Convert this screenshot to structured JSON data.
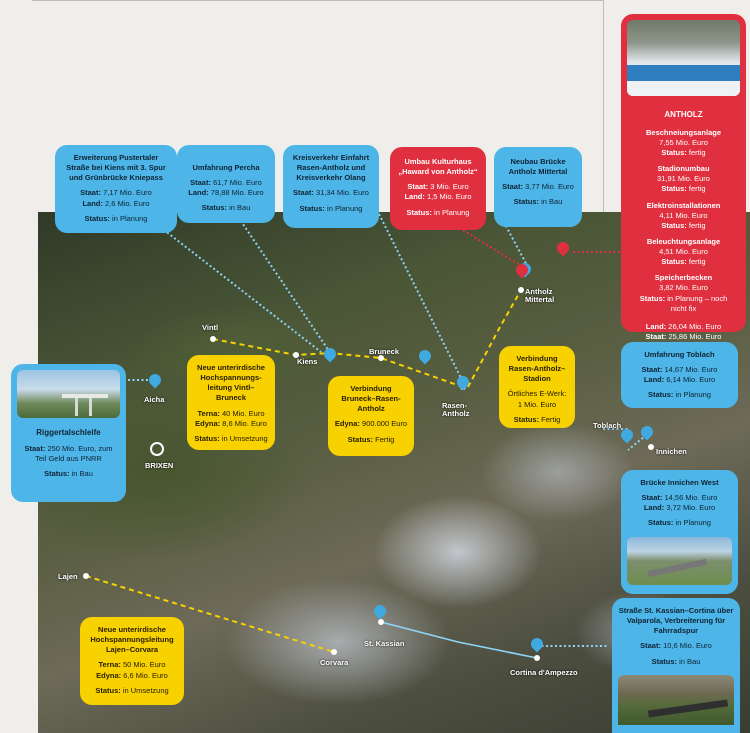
{
  "boxes": {
    "pustertal": {
      "title": "Erweiterung Pustertaler Straße bei Kiens mit 3. Spur und Grünbrücke Kniepass",
      "staat_label": "Staat:",
      "staat": "7,17 Mio. Euro",
      "land_label": "Land:",
      "land": "2,6 Mio. Euro",
      "status_label": "Status:",
      "status": "in Planung"
    },
    "percha": {
      "title": "Umfahrung Percha",
      "staat_label": "Staat:",
      "staat": "61,7 Mio. Euro",
      "land_label": "Land:",
      "land": "78,88 Mio. Euro",
      "status_label": "Status:",
      "status": "in Bau"
    },
    "kreisverkehr": {
      "title": "Kreisverkehr Einfahrt Rasen-Antholz und Kreisverkehr Olang",
      "staat_label": "Staat:",
      "staat": "31,34 Mio. Euro",
      "status_label": "Status:",
      "status": "in Planung"
    },
    "kulturhaus": {
      "title": "Umbau Kulturhaus „Haward von Antholz“",
      "staat_label": "Staat:",
      "staat": "3 Mio. Euro",
      "land_label": "Land:",
      "land": "1,5 Mio. Euro",
      "status_label": "Status:",
      "status": "in Planung"
    },
    "bruecke_mittertal": {
      "title": "Neubau Brücke Antholz Mittertal",
      "staat_label": "Staat:",
      "staat": "3,77 Mio. Euro",
      "status_label": "Status:",
      "status": "in Bau"
    },
    "antholz": {
      "title": "ANTHOLZ",
      "items": [
        {
          "name": "Beschneiungsanlage",
          "value": "7,55 Mio. Euro",
          "status_label": "Status:",
          "status": "fertig"
        },
        {
          "name": "Stadionumbau",
          "value": "31,91 Mio. Euro",
          "status_label": "Status:",
          "status": "fertig"
        },
        {
          "name": "Elektroinstallationen",
          "value": "4,11 Mio. Euro",
          "status_label": "Status:",
          "status": "fertig"
        },
        {
          "name": "Beleuchtungsanlage",
          "value": "4,51 Mio. Euro",
          "status_label": "Status:",
          "status": "fertig"
        },
        {
          "name": "Speicherbecken",
          "value": "3,82 Mio. Euro",
          "status_label": "Status:",
          "status": "in Planung – noch nicht fix"
        }
      ],
      "land_label": "Land:",
      "land": "26,04 Mio. Euro",
      "staat_label": "Staat:",
      "staat": "25,86 Mio. Euro"
    },
    "vintl": {
      "title": "Neue unterirdische Hochspannungs-leitung Vintl–Bruneck",
      "terna_label": "Terna:",
      "terna": "40 Mio. Euro",
      "edyna_label": "Edyna:",
      "edyna": "8,6 Mio. Euro",
      "status_label": "Status:",
      "status": "in Umsetzung"
    },
    "bruneck_rasen": {
      "title": "Verbindung Bruneck–Rasen-Antholz",
      "edyna_label": "Edyna:",
      "edyna": "900.000 Euro",
      "status_label": "Status:",
      "status": "Fertig"
    },
    "rasen_stadion": {
      "title": "Verbindung Rasen-Antholz–Stadion",
      "line1": "Örtliches E-Werk:",
      "line2": "1 Mio. Euro",
      "status_label": "Status:",
      "status": "Fertig"
    },
    "riggertal": {
      "title": "Riggertalschleife",
      "staat_label": "Staat:",
      "staat": "250 Mio. Euro, zum Teil Geld aus PNRR",
      "status_label": "Status:",
      "status": "in Bau"
    },
    "toblach": {
      "title": "Umfahrung Toblach",
      "staat_label": "Staat:",
      "staat": "14,67 Mio. Euro",
      "land_label": "Land:",
      "land": "6,14 Mio. Euro",
      "status_label": "Status:",
      "status": "in Planung"
    },
    "innichen": {
      "title": "Brücke Innichen West",
      "staat_label": "Staat:",
      "staat": "14,56 Mio. Euro",
      "land_label": "Land:",
      "land": "3,72 Mio. Euro",
      "status_label": "Status:",
      "status": "in Planung"
    },
    "lajen": {
      "title": "Neue unterirdische Hochspannungsleitung Lajen–Corvara",
      "terna_label": "Terna:",
      "terna": "50 Mio. Euro",
      "edyna_label": "Edyna:",
      "edyna": "6,6 Mio. Euro",
      "status_label": "Status:",
      "status": "in Umsetzung"
    },
    "kassian": {
      "title": "Straße St. Kassian–Cortina über Valparola, Verbreiterung für Fahrradspur",
      "staat_label": "Staat:",
      "staat": "10,6 Mio. Euro",
      "status_label": "Status:",
      "status": "in Bau"
    }
  },
  "places": {
    "vintl": "Vintl",
    "kiens": "Kiens",
    "bruneck": "Bruneck",
    "rasen": "Rasen-\nAntholz",
    "antholz_mittertal": "Antholz\nMittertal",
    "aicha": "Aicha",
    "brixen": "BRIXEN",
    "toblach": "Toblach",
    "innichen": "Innichen",
    "lajen": "Lajen",
    "corvara": "Corvara",
    "stkassian": "St. Kassian",
    "cortina": "Cortina d'Ampezzo"
  },
  "colors": {
    "blue": "#4db5e8",
    "red": "#e0303f",
    "yellow": "#f7d200",
    "blue_line": "#8fd3f5",
    "yellow_line": "#f7d200",
    "red_line": "#e0303f"
  }
}
